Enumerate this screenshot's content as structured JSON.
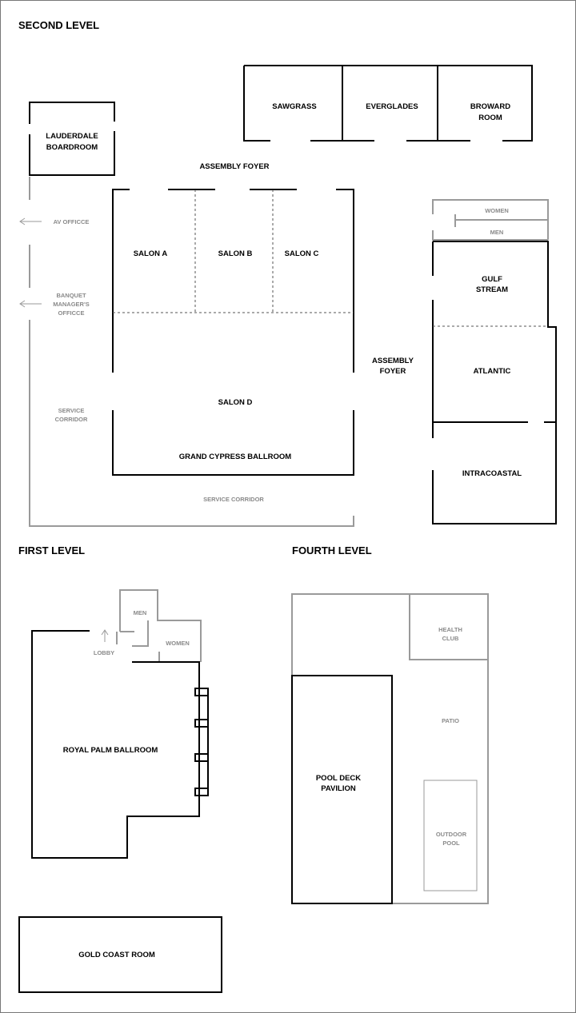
{
  "levels": {
    "second": "SECOND LEVEL",
    "first": "FIRST LEVEL",
    "fourth": "FOURTH LEVEL"
  },
  "second_level": {
    "lauderdale": [
      "LAUDERDALE",
      "BOARDROOM"
    ],
    "sawgrass": "SAWGRASS",
    "everglades": "EVERGLADES",
    "broward": [
      "BROWARD",
      "ROOM"
    ],
    "assembly_foyer_top": "ASSEMBLY FOYER",
    "av_office": "AV OFFICCE",
    "banquet_office": [
      "BANQUET",
      "MANAGER'S",
      "OFFICCE"
    ],
    "service_corridor_left": [
      "SERVICE",
      "CORRIDOR"
    ],
    "salon_a": "SALON A",
    "salon_b": "SALON B",
    "salon_c": "SALON C",
    "salon_d": "SALON D",
    "grand_cypress": "GRAND CYPRESS BALLROOM",
    "service_corridor_bottom": "SERVICE CORRIDOR",
    "assembly_foyer_right": [
      "ASSEMBLY",
      "FOYER"
    ],
    "women": "WOMEN",
    "men": "MEN",
    "gulf_stream": [
      "GULF",
      "STREAM"
    ],
    "atlantic": "ATLANTIC",
    "intracoastal": "INTRACOASTAL"
  },
  "first_level": {
    "men": "MEN",
    "women": "WOMEN",
    "lobby": "LOBBY",
    "royal_palm": "ROYAL PALM BALLROOM",
    "gold_coast": "GOLD COAST ROOM"
  },
  "fourth_level": {
    "health_club": [
      "HEALTH",
      "CLUB"
    ],
    "patio": "PATIO",
    "pool_deck": [
      "POOL DECK",
      "PAVILION"
    ],
    "outdoor_pool": [
      "OUTDOOR",
      "POOL"
    ]
  }
}
